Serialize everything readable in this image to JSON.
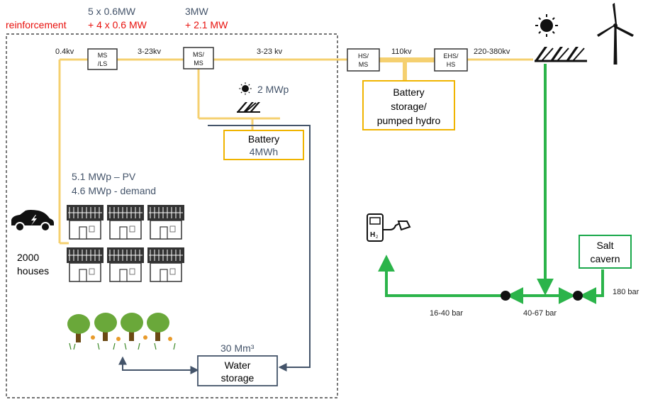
{
  "top_labels": {
    "ms_ls_capacity": "5 x 0.6MW",
    "ms_ls_reinforcement_label": "reinforcement",
    "ms_ls_reinforcement": "+ 4 x 0.6 MW",
    "ms_ms_capacity": "3MW",
    "ms_ms_reinforcement": "+ 2.1 MW"
  },
  "voltages": {
    "v1": "0.4kv",
    "v2": "3-23kv",
    "v3": "3-23 kv",
    "v4": "110kv",
    "v5": "220-380kv"
  },
  "substations": {
    "ms_ls": [
      "MS",
      "/LS"
    ],
    "ms_ms": [
      "MS/",
      "MS"
    ],
    "hs_ms": [
      "HS/",
      "MS"
    ],
    "ehs_hs": [
      "EHS/",
      "HS"
    ]
  },
  "storage": {
    "battery_storage": [
      "Battery",
      "storage/",
      "pumped hydro"
    ],
    "battery_label": "Battery",
    "battery_capacity": "4MWh",
    "local_pv": "2 MWp",
    "water_capacity": "30 Mm³",
    "water_storage": [
      "Water",
      "storage"
    ],
    "salt_cavern": [
      "Salt",
      "cavern"
    ]
  },
  "houses": {
    "pv": "5.1 MWp – PV",
    "demand": "4.6 MWp - demand",
    "count": [
      "2000",
      "houses"
    ]
  },
  "pressures": {
    "p1": "16-40 bar",
    "p2": "40-67 bar",
    "p3": "180 bar"
  },
  "colors": {
    "electric_line": "#f5d070",
    "hydrogen_line": "#2bb44a",
    "water_line": "#44546a",
    "box_border": "#f0b400",
    "green_border": "#19a84a",
    "red_text": "#e8100c",
    "blue_text": "#44546a"
  },
  "icons": [
    "sun-icon",
    "wind-turbine-icon",
    "solar-panel-icon",
    "electric-car-icon",
    "house-icon",
    "tree-icon",
    "hydrogen-station-icon"
  ]
}
